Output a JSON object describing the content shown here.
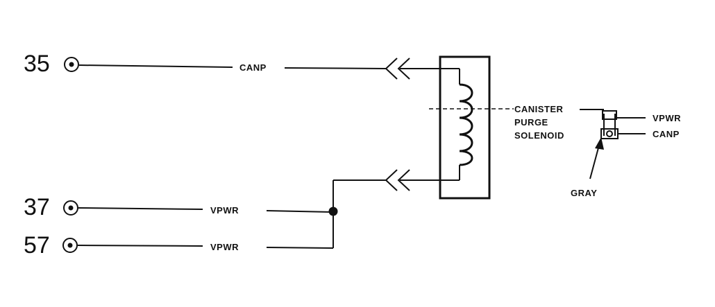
{
  "pins": [
    {
      "number": "35",
      "wire": "CANP"
    },
    {
      "number": "37",
      "wire": "VPWR"
    },
    {
      "number": "57",
      "wire": "VPWR"
    }
  ],
  "component": {
    "line1": "CANISTER",
    "line2": "PURGE",
    "line3": "SOLENOID"
  },
  "connector": {
    "terminal_top": "VPWR",
    "terminal_bottom": "CANP",
    "color_label": "GRAY"
  }
}
